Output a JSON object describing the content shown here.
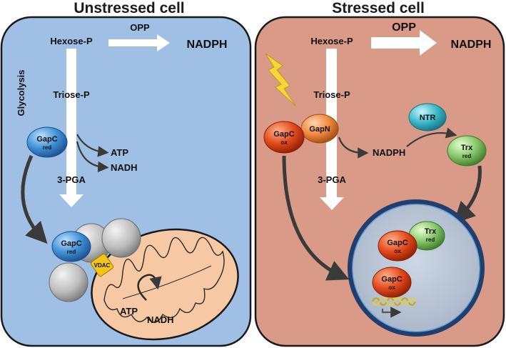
{
  "panels": {
    "unstressed": {
      "title": "Unstressed cell",
      "side_label": "Glycolysis",
      "hexose": "Hexose-P",
      "opp": "OPP",
      "nadph": "NADPH",
      "triose": "Triose-P",
      "gapc": "GapC",
      "gapc_state": "red",
      "atp": "ATP",
      "nadh": "NADH",
      "pga": "3-PGA",
      "mito_gapc": "GapC",
      "mito_gapc_state": "red",
      "vdac": "VDAC",
      "mito_atp": "ATP",
      "mito_nadh": "NADH"
    },
    "stressed": {
      "title": "Stressed cell",
      "hexose": "Hexose-P",
      "opp": "OPP",
      "nadph": "NADPH",
      "triose": "Triose-P",
      "gapc": "GapC",
      "gapc_state": "ox",
      "gapn": "GapN",
      "nadph_mid": "NADPH",
      "ntr": "NTR",
      "trx": "Trx",
      "trx_state": "red",
      "pga": "3-PGA",
      "nuc_gapc1": "GapC",
      "nuc_gapc1_state": "ox",
      "nuc_trx": "Trx",
      "nuc_trx_state": "red",
      "nuc_gapc2": "GapC",
      "nuc_gapc2_state": "ox"
    }
  },
  "colors": {
    "unstressed_bg": "#9fc0e4",
    "stressed_bg": "#d99a88",
    "gapc_red": "#3f8fd6",
    "gapc_ox": "#e24a1a",
    "gapn": "#f0883e",
    "ntr": "#3ab8c8",
    "trx": "#86c66a",
    "mito": "#f6c9a4",
    "vdac": "#f2c518",
    "arrow_dark": "#3a3a3a"
  }
}
